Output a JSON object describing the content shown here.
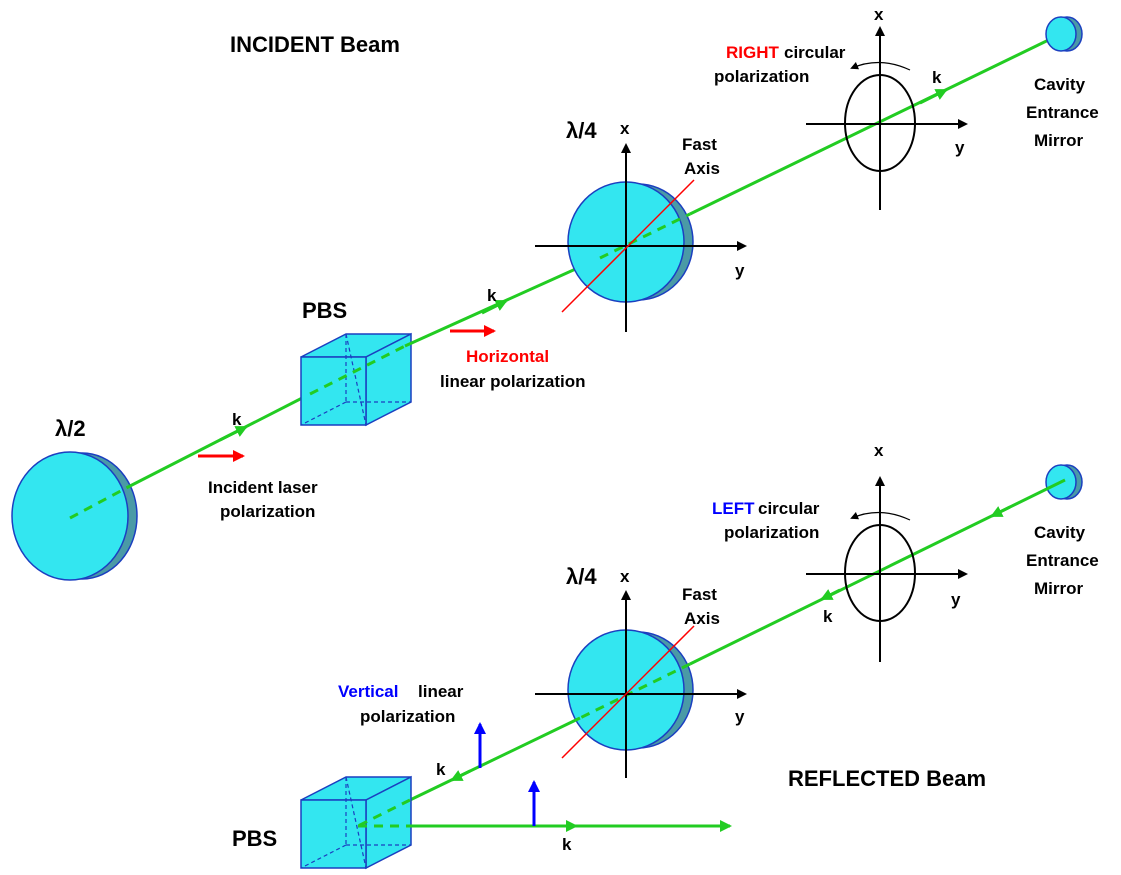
{
  "incident": {
    "title": "INCIDENT Beam",
    "half_wave_label": "λ/2",
    "k_label": "k",
    "incident_pol_line1": "Incident laser",
    "incident_pol_line2": "polarization",
    "pbs_label": "PBS",
    "horizontal_word": "Horizontal",
    "linear_pol": "linear polarization",
    "quarter_wave_label": "λ/4",
    "fast_axis_line1": "Fast",
    "fast_axis_line2": "Axis",
    "axis_x": "x",
    "axis_y": "y",
    "right_word": "RIGHT",
    "circular_word": "circular",
    "polarization_word": "polarization",
    "mirror_line1": "Cavity",
    "mirror_line2": "Entrance",
    "mirror_line3": "Mirror"
  },
  "reflected": {
    "title": "REFLECTED Beam",
    "quarter_wave_label": "λ/4",
    "fast_axis_line1": "Fast",
    "fast_axis_line2": "Axis",
    "axis_x": "x",
    "axis_y": "y",
    "k_label": "k",
    "left_word": "LEFT",
    "circular_word": "circular",
    "polarization_word": "polarization",
    "vertical_word": "Vertical",
    "linear_word": "linear",
    "polarization_word2": "polarization",
    "pbs_label": "PBS",
    "mirror_line1": "Cavity",
    "mirror_line2": "Entrance",
    "mirror_line3": "Mirror"
  },
  "colors": {
    "beam": "#22cc22",
    "optic": "#33e6f0",
    "red": "#ff0000",
    "blue": "#0000ff"
  }
}
